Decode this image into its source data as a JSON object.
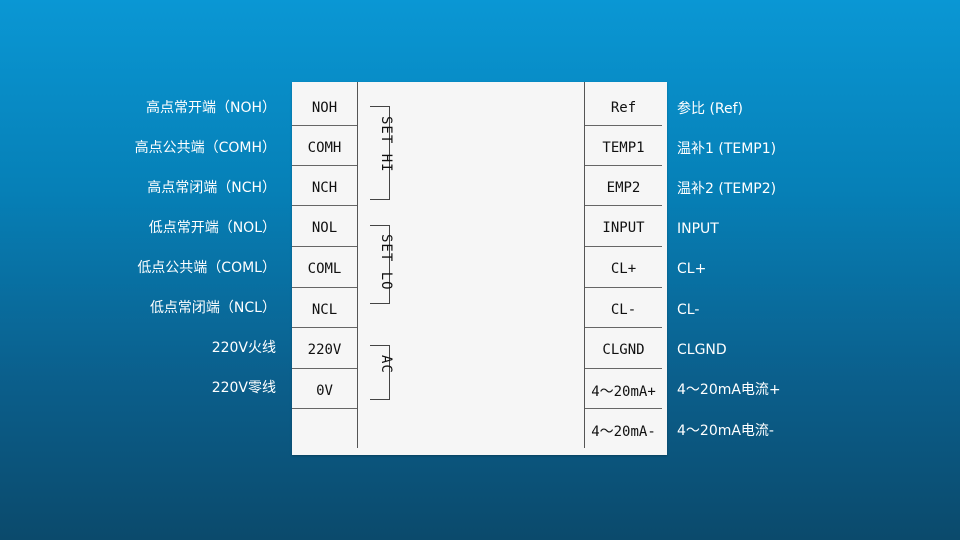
{
  "left_terminals": [
    "NOH",
    "COMH",
    "NCH",
    "NOL",
    "COML",
    "NCL",
    "220V",
    "0V",
    ""
  ],
  "right_terminals": [
    "Ref",
    "TEMP1",
    "EMP2",
    "INPUT",
    "CL+",
    "CL-",
    "CLGND",
    "4～20mA+",
    "4～20mA-"
  ],
  "left_labels": [
    "高点常开端（NOH）",
    "高点公共端（COMH）",
    "高点常闭端（NCH）",
    "低点常开端（NOL）",
    "低点公共端（COML）",
    "低点常闭端（NCL）",
    "220V火线",
    "220V零线"
  ],
  "right_labels": [
    "参比 (Ref)",
    "温补1 (TEMP1)",
    "温补2 (TEMP2)",
    "INPUT",
    "CL+",
    "CL-",
    "CLGND",
    "4～20mA电流+",
    "4～20mA电流-"
  ],
  "groups": [
    "SET HI",
    "SET LO",
    "AC"
  ]
}
